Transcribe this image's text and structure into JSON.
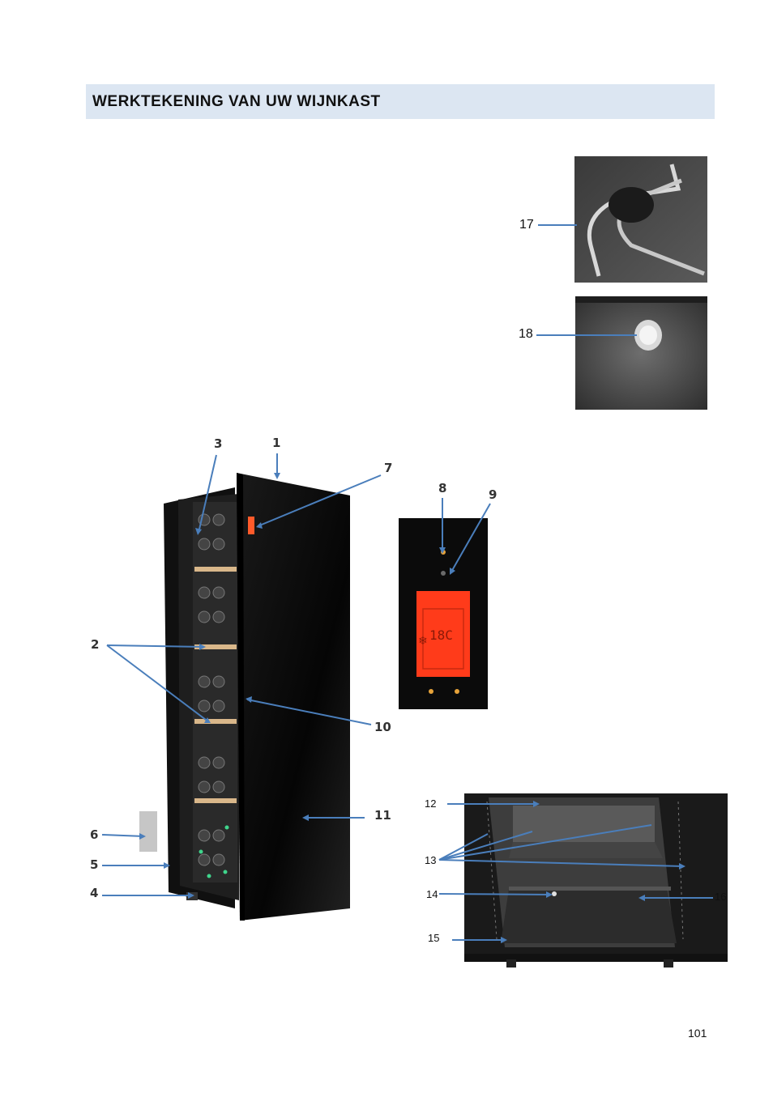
{
  "heading": {
    "title": "WERKTEKENING VAN UW WIJNKAST"
  },
  "callouts": {
    "c1": "1",
    "c2": "2",
    "c3": "3",
    "c4": "4",
    "c5": "5",
    "c6": "6",
    "c7": "7",
    "c8": "8",
    "c9": "9",
    "c10": "10",
    "c11": "11",
    "c12": "12",
    "c13": "13",
    "c14": "14",
    "c15": "15",
    "c16": "16",
    "c17": "17",
    "c18": "18"
  },
  "footer": {
    "page_number": "101"
  },
  "colors": {
    "heading_bg": "#dce6f2",
    "callout_line": "#4a7ebb",
    "display_red": "#ff3b1a"
  }
}
